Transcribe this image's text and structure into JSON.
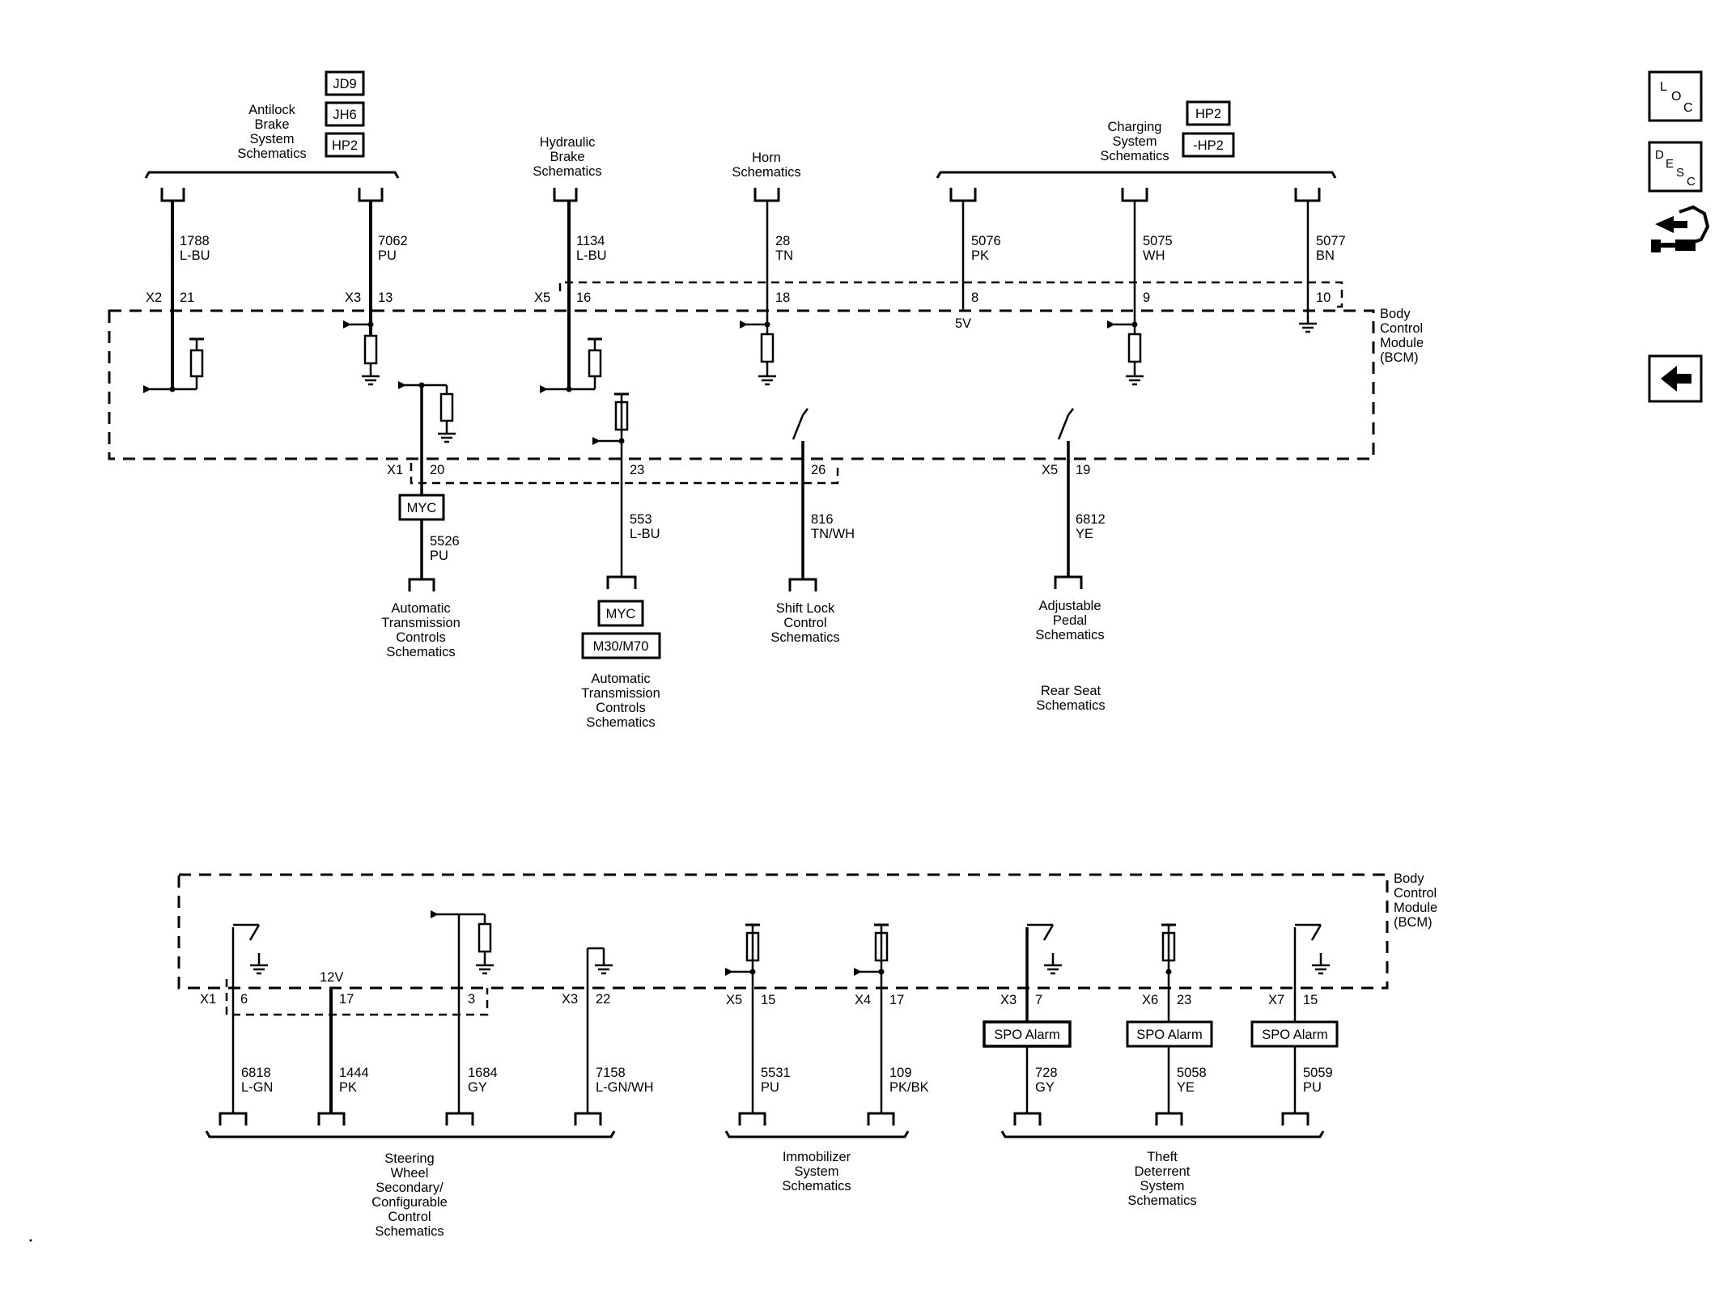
{
  "top_section": {
    "module_label": [
      "Body",
      "Control",
      "Module",
      "(BCM)"
    ],
    "destinations": {
      "abs": [
        "Antilock",
        "Brake",
        "System",
        "Schematics"
      ],
      "hydraulic": [
        "Hydraulic",
        "Brake",
        "Schematics"
      ],
      "horn": [
        "Horn",
        "Schematics"
      ],
      "charging": [
        "Charging",
        "System",
        "Schematics"
      ],
      "atc_left": [
        "Automatic",
        "Transmission",
        "Controls",
        "Schematics"
      ],
      "atc_mid": [
        "Automatic",
        "Transmission",
        "Controls",
        "Schematics"
      ],
      "shift_lock": [
        "Shift Lock",
        "Control",
        "Schematics"
      ],
      "pedal": [
        "Adjustable",
        "Pedal",
        "Schematics"
      ],
      "rear_seat": [
        "Rear Seat",
        "Schematics"
      ]
    },
    "option_boxes": {
      "jd9": "JD9",
      "jh6": "JH6",
      "hp2_abs": "HP2",
      "hp2_chg": "HP2",
      "not_hp2": "-HP2",
      "myc_left": "MYC",
      "myc_mid": "MYC",
      "m30": "M30/M70"
    },
    "connectors": {
      "x2": "X2",
      "x3": "X3",
      "x5a": "X5",
      "x1": "X1",
      "x5b": "X5"
    },
    "pins": {
      "p21": "21",
      "p13": "13",
      "p16": "16",
      "p18": "18",
      "p8": "8",
      "p9": "9",
      "p10": "10",
      "p20": "20",
      "p23": "23",
      "p26": "26",
      "p19": "19"
    },
    "voltage": "5V",
    "circuits": [
      {
        "id": "c1788",
        "num": "1788",
        "color": "L-BU"
      },
      {
        "id": "c7062",
        "num": "7062",
        "color": "PU"
      },
      {
        "id": "c1134",
        "num": "1134",
        "color": "L-BU"
      },
      {
        "id": "c28",
        "num": "28",
        "color": "TN"
      },
      {
        "id": "c5076",
        "num": "5076",
        "color": "PK"
      },
      {
        "id": "c5075",
        "num": "5075",
        "color": "WH"
      },
      {
        "id": "c5077",
        "num": "5077",
        "color": "BN"
      },
      {
        "id": "c5526",
        "num": "5526",
        "color": "PU"
      },
      {
        "id": "c553",
        "num": "553",
        "color": "L-BU"
      },
      {
        "id": "c816",
        "num": "816",
        "color": "TN/WH"
      },
      {
        "id": "c6812",
        "num": "6812",
        "color": "YE"
      }
    ]
  },
  "bottom_section": {
    "module_label": [
      "Body",
      "Control",
      "Module",
      "(BCM)"
    ],
    "destinations": {
      "steering": [
        "Steering",
        "Wheel",
        "Secondary/",
        "Configurable",
        "Control",
        "Schematics"
      ],
      "immobilizer": [
        "Immobilizer",
        "System",
        "Schematics"
      ],
      "theft": [
        "Theft",
        "Deterrent",
        "System",
        "Schematics"
      ]
    },
    "connectors": {
      "x1": "X1",
      "x3a": "X3",
      "x5": "X5",
      "x4": "X4",
      "x3b": "X3",
      "x6": "X6",
      "x7": "X7"
    },
    "pins": {
      "p6": "6",
      "p17a": "17",
      "p3": "3",
      "p22": "22",
      "p15a": "15",
      "p17b": "17",
      "p7": "7",
      "p23": "23",
      "p15b": "15"
    },
    "voltage": "12V",
    "spo_label": "SPO Alarm",
    "circuits": [
      {
        "id": "c6818",
        "num": "6818",
        "color": "L-GN"
      },
      {
        "id": "c1444",
        "num": "1444",
        "color": "PK"
      },
      {
        "id": "c1684",
        "num": "1684",
        "color": "GY"
      },
      {
        "id": "c7158",
        "num": "7158",
        "color": "L-GN/WH"
      },
      {
        "id": "c5531",
        "num": "5531",
        "color": "PU"
      },
      {
        "id": "c109",
        "num": "109",
        "color": "PK/BK"
      },
      {
        "id": "c728",
        "num": "728",
        "color": "GY"
      },
      {
        "id": "c5058",
        "num": "5058",
        "color": "YE"
      },
      {
        "id": "c5059",
        "num": "5059",
        "color": "PU"
      }
    ]
  },
  "nav": {
    "loc": [
      "L",
      "O",
      "C"
    ],
    "desc": [
      "D",
      "E",
      "S",
      "C"
    ],
    "icons": [
      "loc-icon",
      "desc-icon",
      "connector-tools-icon",
      "back-arrow-icon"
    ]
  }
}
